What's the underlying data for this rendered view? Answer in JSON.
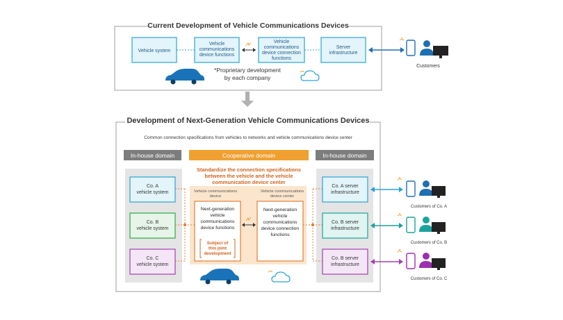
{
  "top": {
    "title": "Current Development of Vehicle Communications Devices",
    "boxes": {
      "vehicle_system": [
        "Vehicle system"
      ],
      "device_functions": [
        "Vehicle",
        "communications",
        "device functions"
      ],
      "connection_functions": [
        "Vehicle",
        "communications",
        "device connection",
        "functions"
      ],
      "server": [
        "Server",
        "infrastructure"
      ]
    },
    "note": [
      "*Proprietary development",
      "by each company"
    ],
    "customers_label": "Customers"
  },
  "bottom": {
    "title": "Development of Next-Generation Vehicle Communications Devices",
    "subtitle": "Common connection specifications from vehicles to networks and vehicle communications device center",
    "domains": {
      "left": "In-house domain",
      "middle": "Cooperative domain",
      "right": "In-house domain"
    },
    "standardize": [
      "Standardize the connection specifications",
      "between the vehicle and the vehicle",
      "communication device center"
    ],
    "device_header": [
      "Vehicle communications",
      "device"
    ],
    "center_header": [
      "Vehicle communications",
      "device center"
    ],
    "next_gen_functions": [
      "Next-generation",
      "vehicle",
      "communications",
      "device functions"
    ],
    "subject": [
      "Subject of",
      "this joint",
      "development"
    ],
    "next_gen_connection": [
      "Next-generation",
      "vehicle",
      "communications",
      "device connection",
      "functions"
    ],
    "companies": [
      {
        "lines": [
          "Co. A",
          "vehicle system"
        ],
        "color": "#29a3d6",
        "fill": "#e3f4fb"
      },
      {
        "lines": [
          "Co. B",
          "vehicle system"
        ],
        "color": "#2aa84a",
        "fill": "#e6f5e8"
      },
      {
        "lines": [
          "Co. C",
          "vehicle system"
        ],
        "color": "#a040b0",
        "fill": "#f5e6f7"
      }
    ],
    "servers": [
      {
        "lines": [
          "Co. A server",
          "infrastructure"
        ],
        "color": "#29a3d6",
        "fill": "#e3f4fb",
        "customer": "Customers of Co. A",
        "person_color": "#1f6fb2"
      },
      {
        "lines": [
          "Co. B server",
          "infrastructure"
        ],
        "color": "#1aa39a",
        "fill": "#e0f4f2",
        "customer": "Customers of Co. B",
        "person_color": "#1aa39a"
      },
      {
        "lines": [
          "Co. B server",
          "infrastructure"
        ],
        "color": "#a040b0",
        "fill": "#f5e6f7",
        "customer": "Customers of Co. C",
        "person_color": "#9b2fb0"
      }
    ]
  },
  "colors": {
    "accent_blue": "#29a3d6",
    "box_fill": "#e3f4fb",
    "orange": "#f0a030",
    "orange_text": "#d0641e",
    "domain_gray": "#7d7d7d",
    "panel_gray": "#e4e4e4",
    "cooperative_bg": "#fbe5cc"
  }
}
